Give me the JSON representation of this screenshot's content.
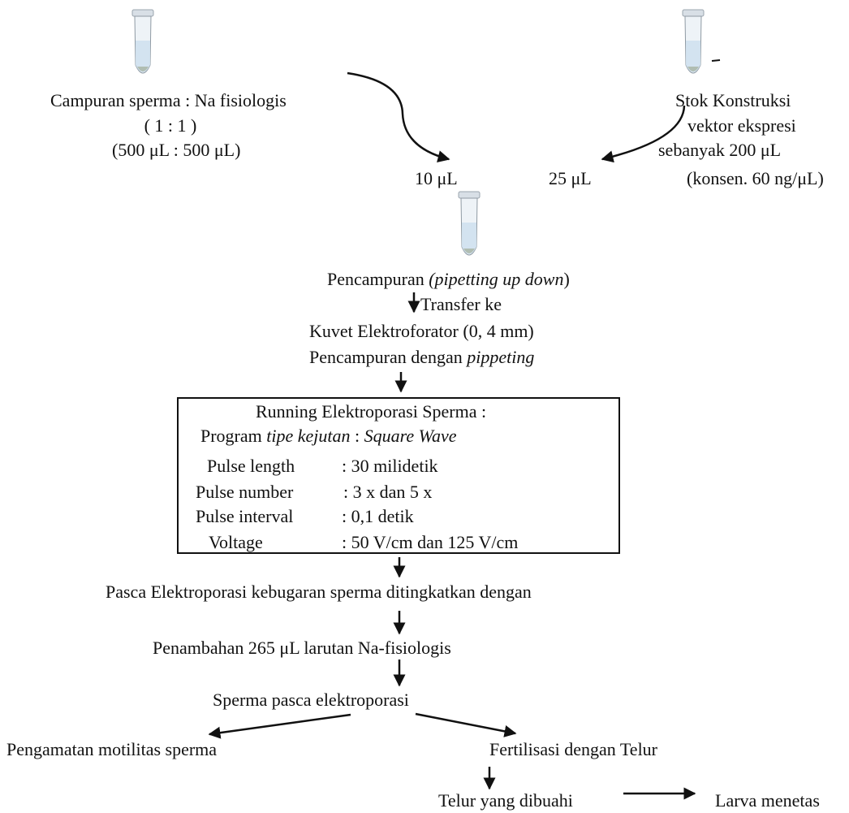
{
  "sources": {
    "left": {
      "line1": "Campuran sperma : Na fisiologis",
      "line2": "( 1 : 1 )",
      "line3": "(500 μL : 500 μL)",
      "take": "10 μL"
    },
    "right": {
      "line1": "Stok Konstruksi",
      "line2": "vektor ekspresi",
      "line3": "sebanyak 200 μL",
      "line4": "(konsen. 60 ng/μL)",
      "take": "25 μL"
    }
  },
  "mixing": {
    "prefix": "Pencampuran ",
    "italic": "(pipetting up down",
    "suffix": ")",
    "transfer": "Transfer ke",
    "cuvette": "Kuvet Elektroforator  (0, 4 mm)",
    "mix2_prefix": "Pencampuran dengan ",
    "mix2_italic": "pippeting"
  },
  "box": {
    "title": "Running Elektroporasi Sperma :",
    "program_prefix": "Program ",
    "program_italic1": "tipe kejutan",
    "program_mid": " : ",
    "program_italic2": "Square Wave",
    "params": [
      {
        "label": "Pulse length",
        "value": ": 30 milidetik"
      },
      {
        "label": "Pulse number",
        "value": ": 3 x dan 5 x"
      },
      {
        "label": "Pulse interval",
        "value": ": 0,1 detik"
      },
      {
        "label": "Voltage",
        "value": ": 50 V/cm dan 125 V/cm"
      }
    ]
  },
  "steps": {
    "post": "Pasca Elektroporasi kebugaran sperma ditingkatkan dengan",
    "add": "Penambahan 265 μL larutan Na-fisiologis",
    "sperm": "Sperma pasca elektroporasi",
    "motility": "Pengamatan motilitas sperma",
    "fert": "Fertilisasi dengan Telur",
    "egg": "Telur yang dibuahi",
    "larva": "Larva menetas"
  }
}
